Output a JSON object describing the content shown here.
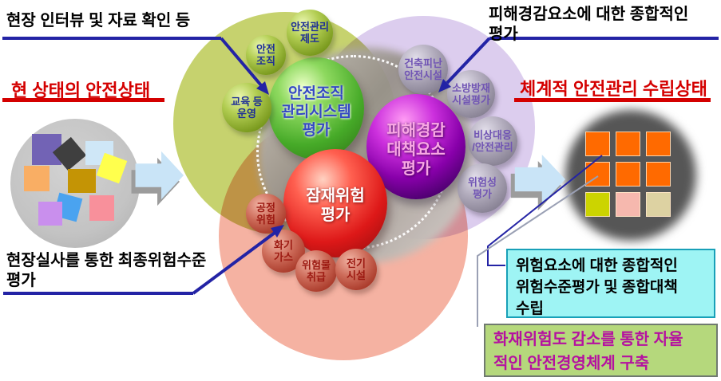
{
  "colors": {
    "accent_navy": "#2323a5",
    "heading_red": "#d40000",
    "venn_green": "#c6d26e",
    "venn_purple": "#dccdee",
    "venn_pink": "#f5b2a2",
    "cyan_box_bg": "#9ef4f4",
    "cyan_box_border": "#18a0b8",
    "green_box_bg": "#b5d87c",
    "green_box_border": "#707a70",
    "green_box_text": "#b511a0",
    "block_arrow_fill": "#c9e4f7",
    "block_arrow_shadow": "#9c9c9c",
    "callout_gray": "#9aa0b4"
  },
  "annotations": {
    "top_left": "현장 인터뷰 및 자료 확인 등",
    "top_right": [
      "피해경감요소에 대한 종합적인",
      "평가"
    ],
    "bottom_left": [
      "현장실사를 통한 최종위험수준",
      "평가"
    ]
  },
  "headings": {
    "left": "현 상태의 안전상태",
    "right": "체계적 안전관리 수립상태"
  },
  "spheres": {
    "green_main": [
      "안전조직",
      "관리시스템",
      "평가"
    ],
    "purple_main": [
      "피해경감",
      "대책요소",
      "평가"
    ],
    "red_main": [
      "잠재위험",
      "평가"
    ],
    "green_small": [
      [
        "안전관리",
        "제도"
      ],
      [
        "안전",
        "조직"
      ],
      [
        "교육 등",
        "운영"
      ]
    ],
    "purple_small": [
      [
        "건축피난",
        "안전시설"
      ],
      [
        "소방방재",
        "시설평가"
      ],
      [
        "비상대응",
        "/안전관리"
      ],
      [
        "위험성",
        "평가"
      ]
    ],
    "red_small": [
      [
        "공정",
        "위험"
      ],
      [
        "화기",
        "가스"
      ],
      [
        "위험물",
        "취급"
      ],
      [
        "전기",
        "시설"
      ]
    ]
  },
  "boxes": {
    "cyan": [
      "위험요소에 대한 종합적인",
      "위험수준평가 및 종합대책",
      "수립"
    ],
    "green": [
      "화재위험도 감소를 통한 자율",
      "적인 안전경영체계 구축"
    ]
  },
  "left_circle": {
    "squares": [
      {
        "name": "purple",
        "color": "#7263b5"
      },
      {
        "name": "dark-gray",
        "color": "#3f3f3f"
      },
      {
        "name": "light-blue",
        "color": "#cfe7f7"
      },
      {
        "name": "yellow",
        "color": "#ffff4d"
      },
      {
        "name": "orange",
        "color": "#f9ae64"
      },
      {
        "name": "gold",
        "color": "#c49405"
      },
      {
        "name": "blue",
        "color": "#4aa3f0"
      },
      {
        "name": "pink",
        "color": "#f8909b"
      },
      {
        "name": "light-purple",
        "color": "#c98fed"
      }
    ]
  },
  "right_circle": {
    "cells": [
      "#ff6a00",
      "#ff6a00",
      "#ff6a00",
      "#ff6a00",
      "#ff6a00",
      "#ff6a00",
      "#ccd400",
      "#f6b8ae",
      "#ddd2a2"
    ]
  }
}
